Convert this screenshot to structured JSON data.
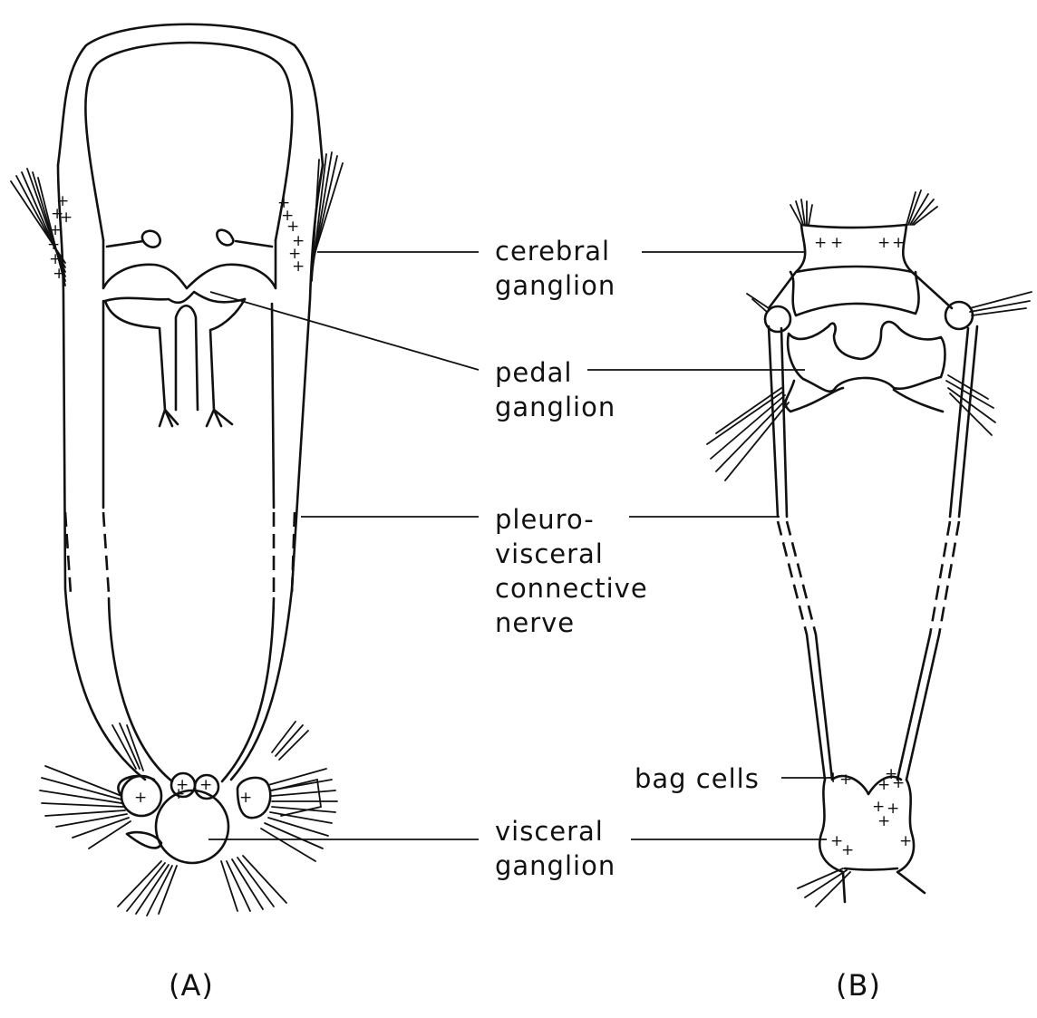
{
  "labels": {
    "cerebral": [
      "cerebral",
      "ganglion"
    ],
    "pedal": [
      "pedal",
      "ganglion"
    ],
    "pleuro": [
      "pleuro-",
      "visceral",
      "connective",
      "nerve"
    ],
    "bag_cells": "bag cells",
    "visceral": [
      "visceral",
      "ganglion"
    ]
  },
  "panels": {
    "a": "(A)",
    "b": "(B)"
  },
  "marks": {
    "plus": "+"
  },
  "colors": {
    "ink": "#111111",
    "background": "#ffffff"
  }
}
